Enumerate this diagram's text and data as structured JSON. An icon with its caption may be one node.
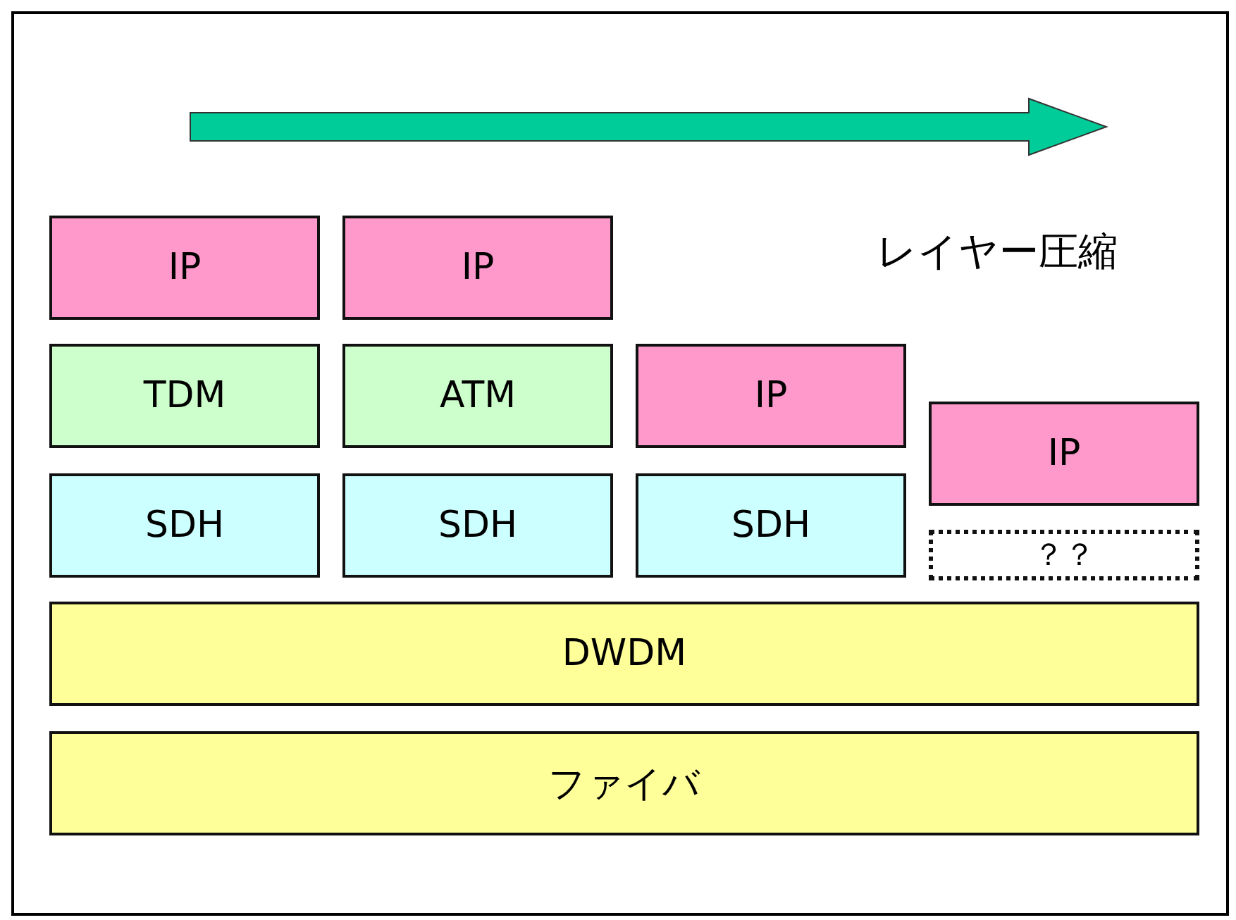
{
  "diagram": {
    "nodes": [
      {
        "text": [
          "IP"
        ]
      },
      {
        "text": [
          "IP"
        ]
      },
      {
        "text": [
          "TDM"
        ]
      },
      {
        "text": [
          "ATM"
        ]
      },
      {
        "text": [
          "IP"
        ]
      },
      {
        "text": [
          "IP"
        ]
      },
      {
        "text": [
          "SDH"
        ]
      },
      {
        "text": [
          "SDH"
        ]
      },
      {
        "text": [
          "SDH"
        ]
      },
      {
        "text": [
          "？？"
        ]
      },
      {
        "text": [
          "DWDM"
        ]
      },
      {
        "text": [
          "ファイバ"
        ]
      }
    ],
    "labels": [
      "レイヤー圧縮"
    ]
  }
}
